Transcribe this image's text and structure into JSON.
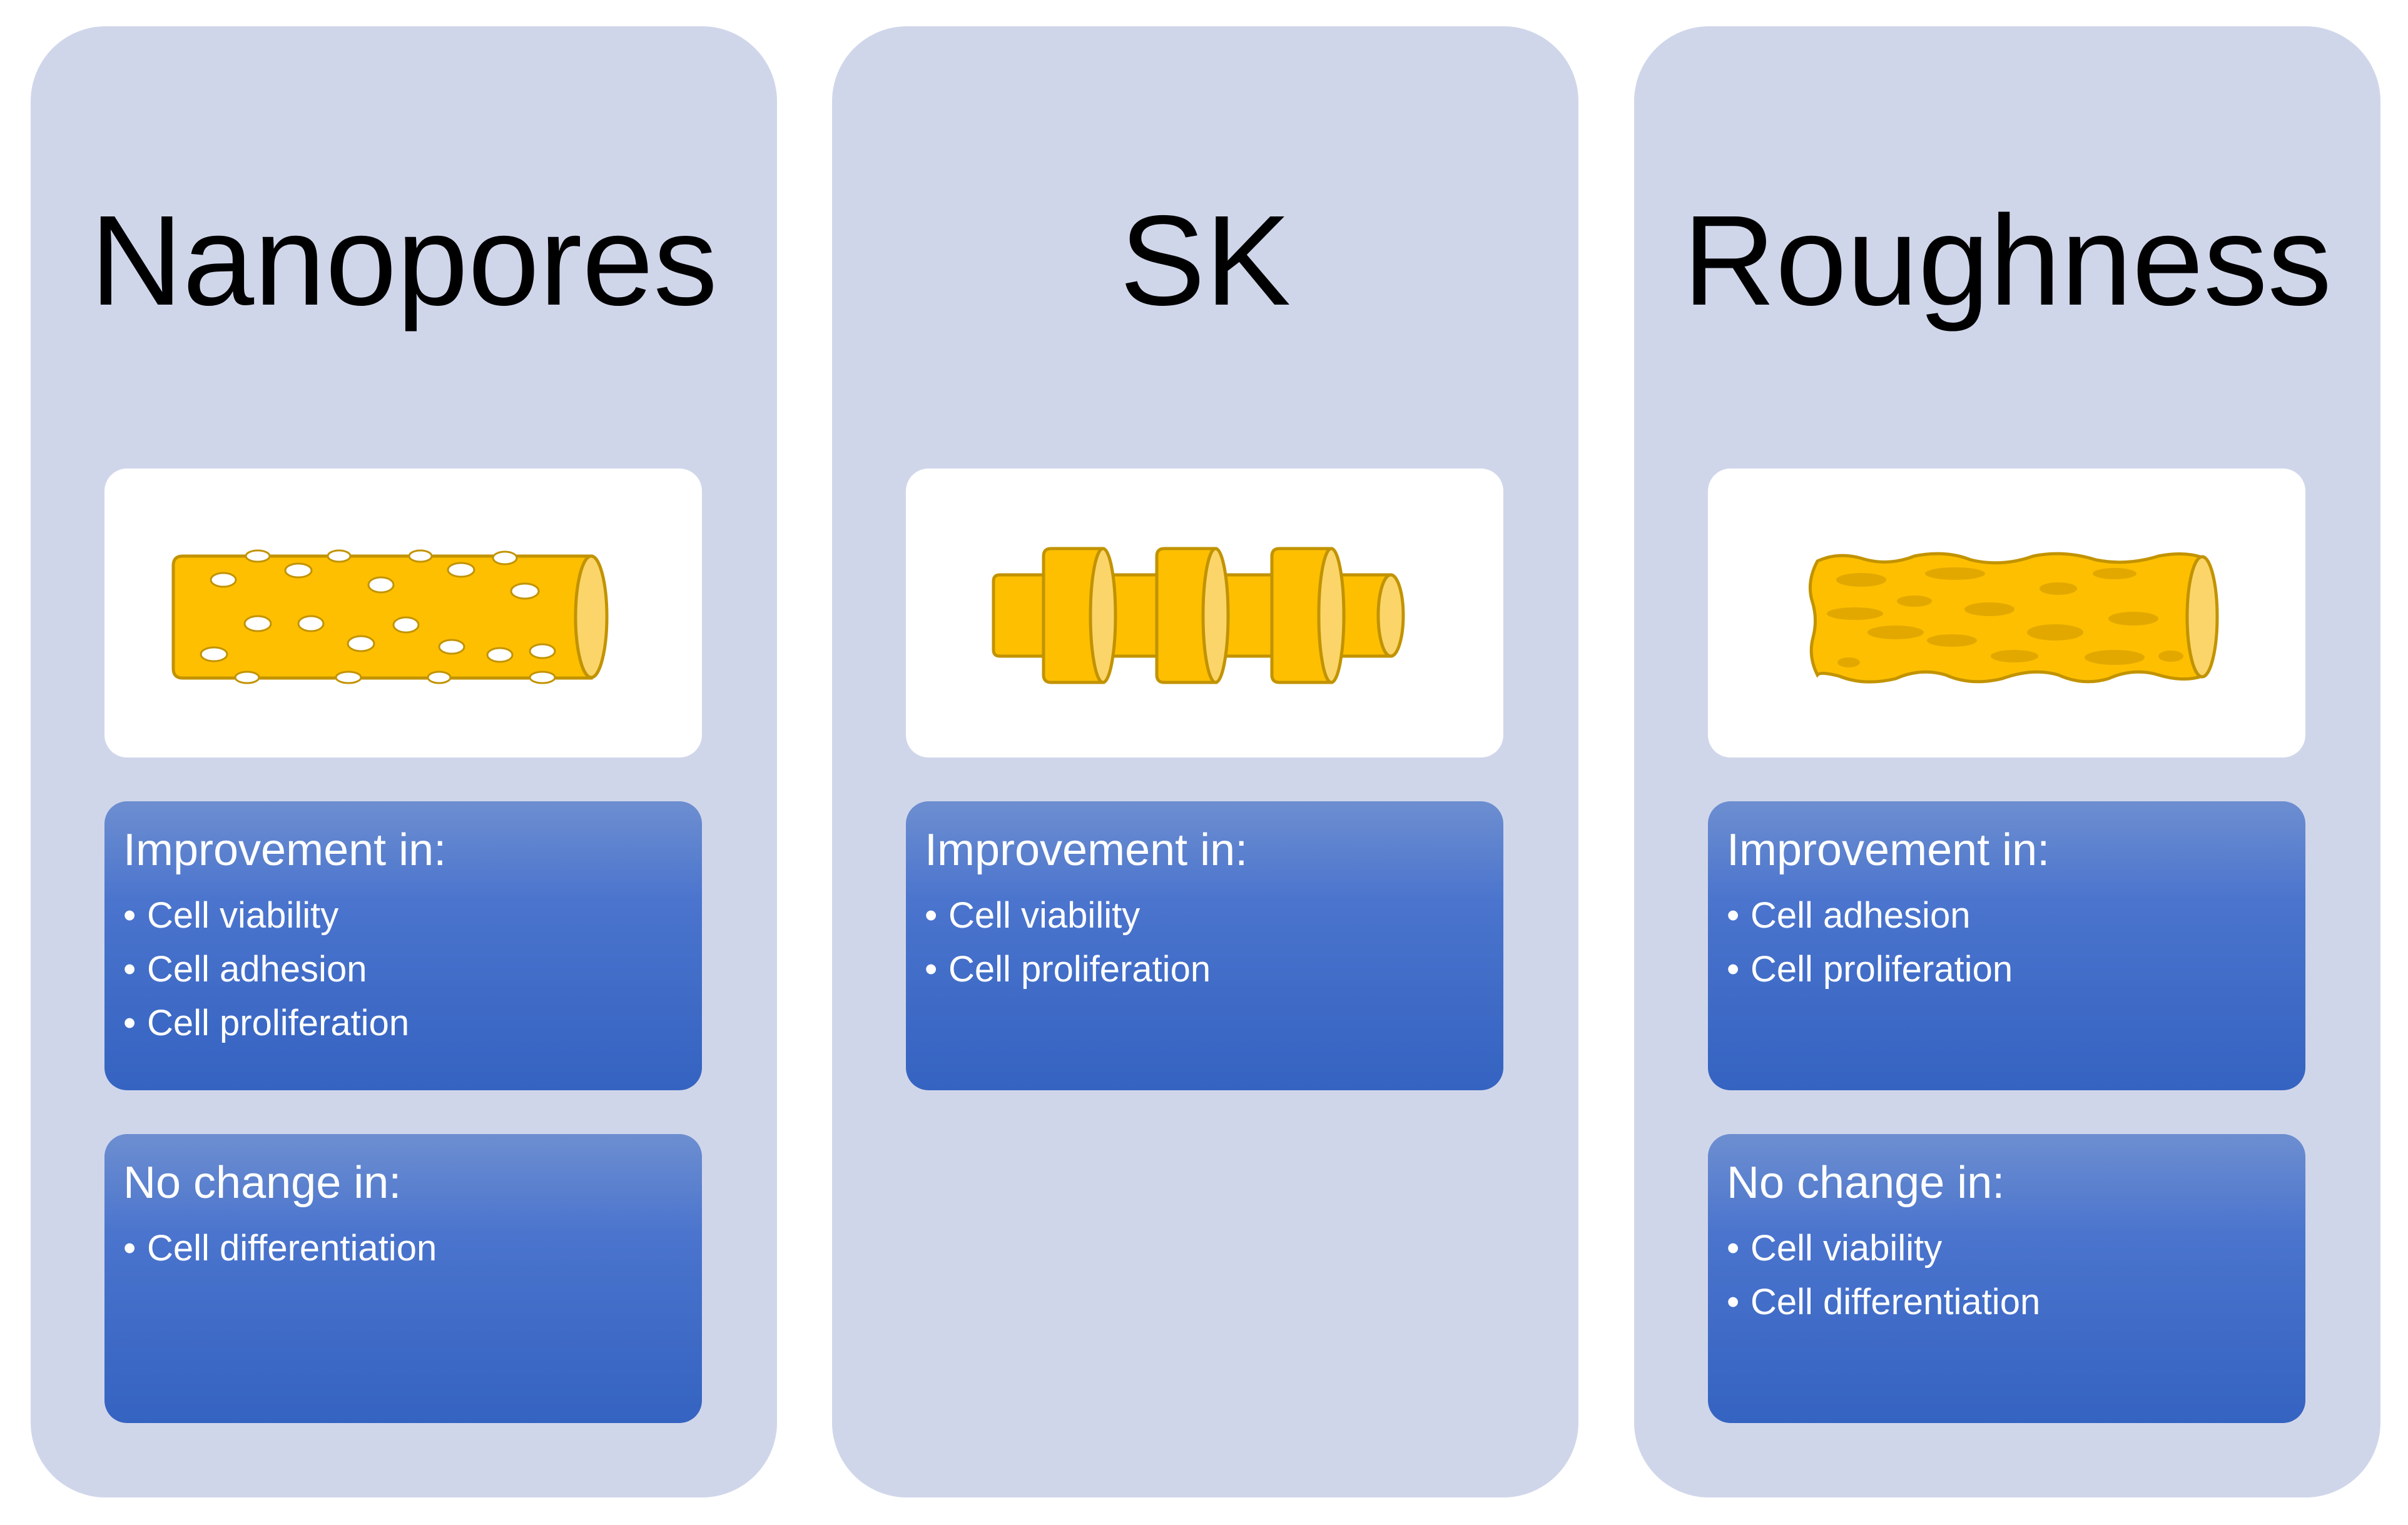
{
  "panels": [
    {
      "title": "Nanopores",
      "illustration_icon": "nanoporous-cylinder-icon",
      "improvement": {
        "heading": "Improvement in:",
        "items": [
          "Cell viability",
          "Cell adhesion",
          "Cell proliferation"
        ]
      },
      "no_change": {
        "heading": "No change in:",
        "items": [
          "Cell differentiation"
        ]
      }
    },
    {
      "title": "SK",
      "illustration_icon": "ridged-cylinder-icon",
      "improvement": {
        "heading": "Improvement in:",
        "items": [
          "Cell viability",
          "Cell proliferation"
        ]
      }
    },
    {
      "title": "Roughness",
      "illustration_icon": "rough-cylinder-icon",
      "improvement": {
        "heading": "Improvement in:",
        "items": [
          "Cell adhesion",
          "Cell proliferation"
        ]
      },
      "no_change": {
        "heading": "No change in:",
        "items": [
          "Cell viability",
          "Cell differentiation"
        ]
      }
    }
  ],
  "colors": {
    "panel_background": "#d0d6ea",
    "card_background": "#3563c1",
    "cylinder_fill": "#fdbf00",
    "cylinder_end": "#fbd56a",
    "cylinder_stroke": "#c29300"
  }
}
